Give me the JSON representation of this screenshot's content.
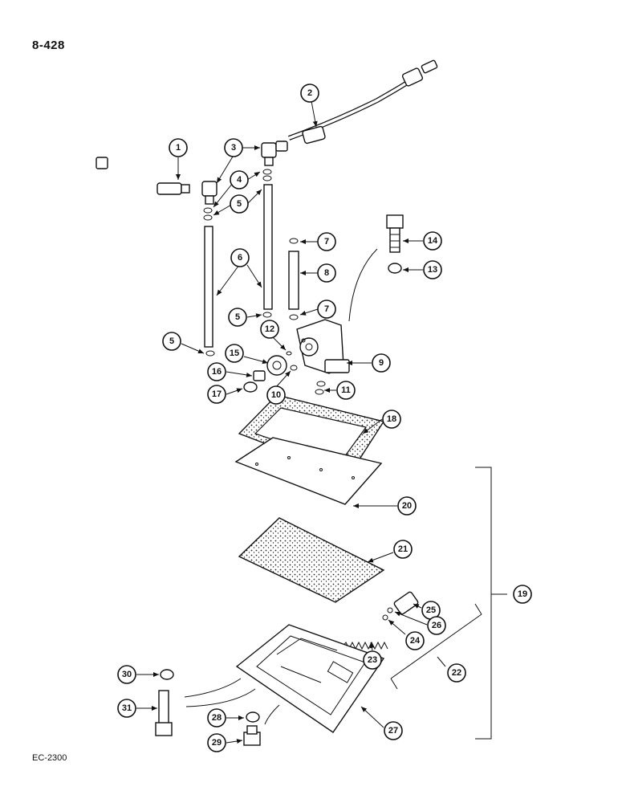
{
  "page_number": "8-428",
  "drawing_code": "EC-2300",
  "callouts": [
    "1",
    "2",
    "3",
    "4",
    "5",
    "6",
    "7",
    "8",
    "9",
    "10",
    "11",
    "12",
    "13",
    "14",
    "15",
    "16",
    "17",
    "18",
    "19",
    "20",
    "21",
    "22",
    "23",
    "24",
    "25",
    "26",
    "27",
    "28",
    "29",
    "30",
    "31"
  ]
}
